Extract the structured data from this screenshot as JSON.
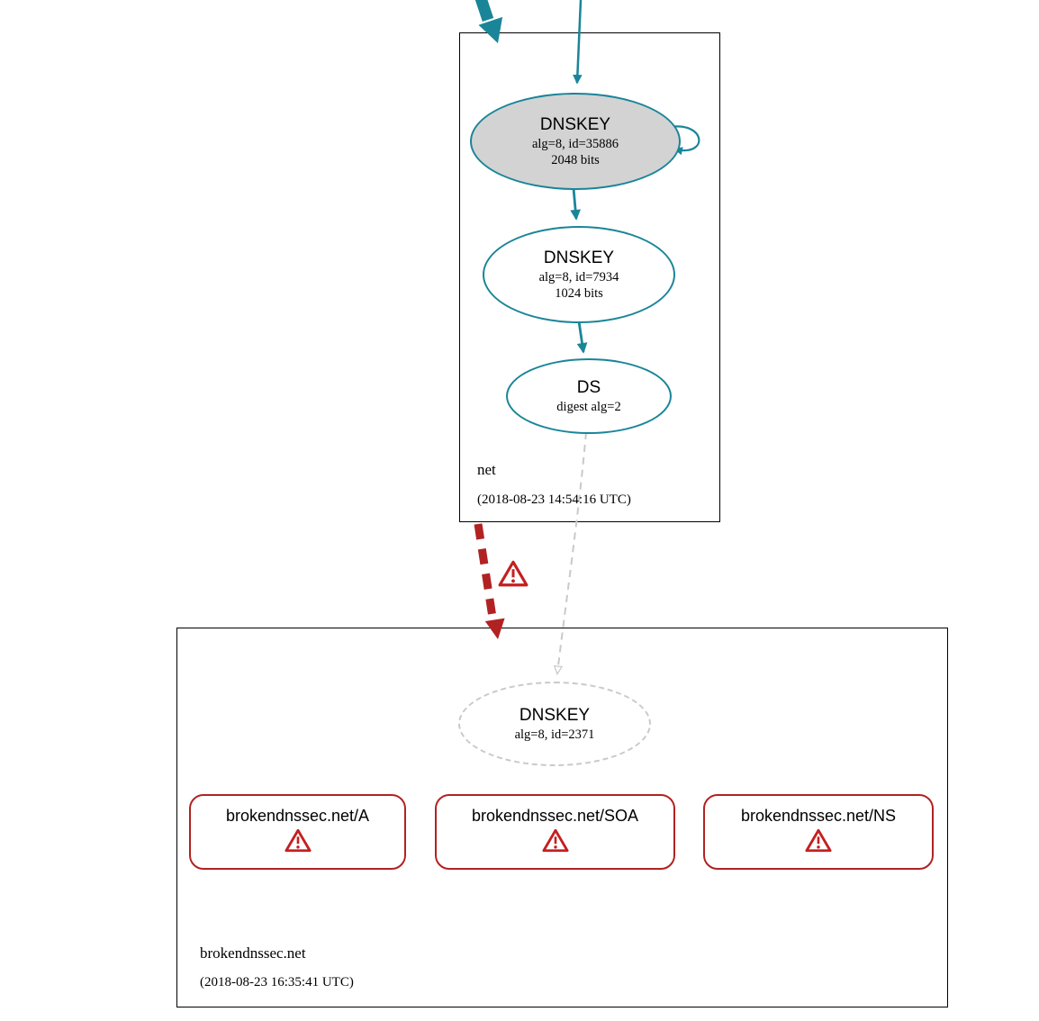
{
  "diagram": {
    "zones": {
      "net": {
        "label": "net",
        "timestamp": "(2018-08-23 14:54:16 UTC)",
        "nodes": {
          "ksk": {
            "title": "DNSKEY",
            "line1": "alg=8, id=35886",
            "line2": "2048 bits"
          },
          "zsk": {
            "title": "DNSKEY",
            "line1": "alg=8, id=7934",
            "line2": "1024 bits"
          },
          "ds": {
            "title": "DS",
            "line1": "digest alg=2"
          }
        }
      },
      "broken": {
        "label": "brokendnssec.net",
        "timestamp": "(2018-08-23 16:35:41 UTC)",
        "nodes": {
          "dnskey": {
            "title": "DNSKEY",
            "line1": "alg=8, id=2371"
          }
        },
        "rrsets": [
          {
            "label": "brokendnssec.net/A"
          },
          {
            "label": "brokendnssec.net/SOA"
          },
          {
            "label": "brokendnssec.net/NS"
          }
        ]
      }
    },
    "icons": {
      "warning": "warning-triangle"
    }
  },
  "colors": {
    "teal": "#1a8599",
    "red": "#b22222",
    "warn": "#c41f1f",
    "grayfill": "#d3d3d3",
    "dashgray": "#c9c9c9"
  }
}
